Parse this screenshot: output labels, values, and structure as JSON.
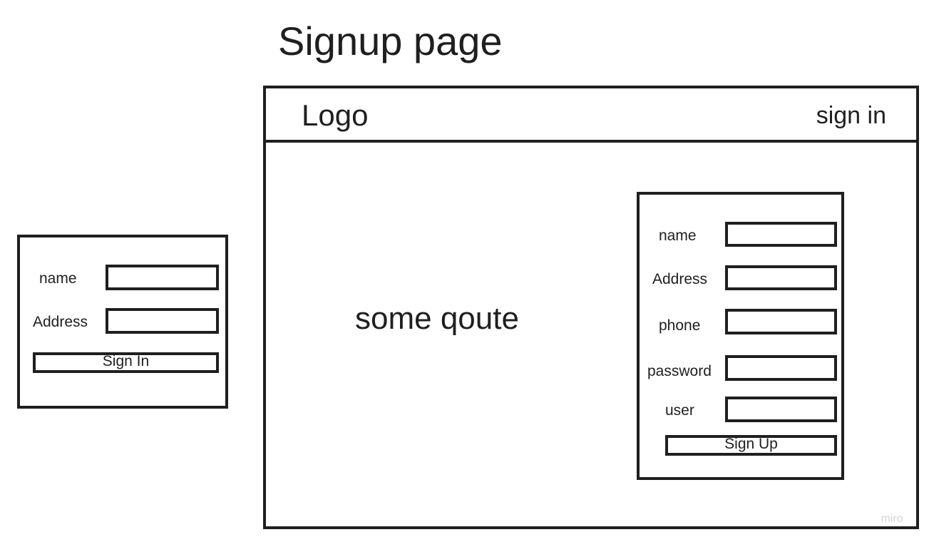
{
  "page": {
    "title": "Signup page"
  },
  "header": {
    "logo": "Logo",
    "signin_link": "sign in"
  },
  "main": {
    "quote": "some qoute"
  },
  "signup_form": {
    "fields": [
      {
        "label": "name",
        "value": ""
      },
      {
        "label": "Address",
        "value": ""
      },
      {
        "label": "phone",
        "value": ""
      },
      {
        "label": "password",
        "value": ""
      },
      {
        "label": "user",
        "value": ""
      }
    ],
    "submit_label": "Sign Up"
  },
  "signin_form": {
    "fields": [
      {
        "label": "name",
        "value": ""
      },
      {
        "label": "Address",
        "value": ""
      }
    ],
    "submit_label": "Sign In"
  },
  "watermark": "miro"
}
